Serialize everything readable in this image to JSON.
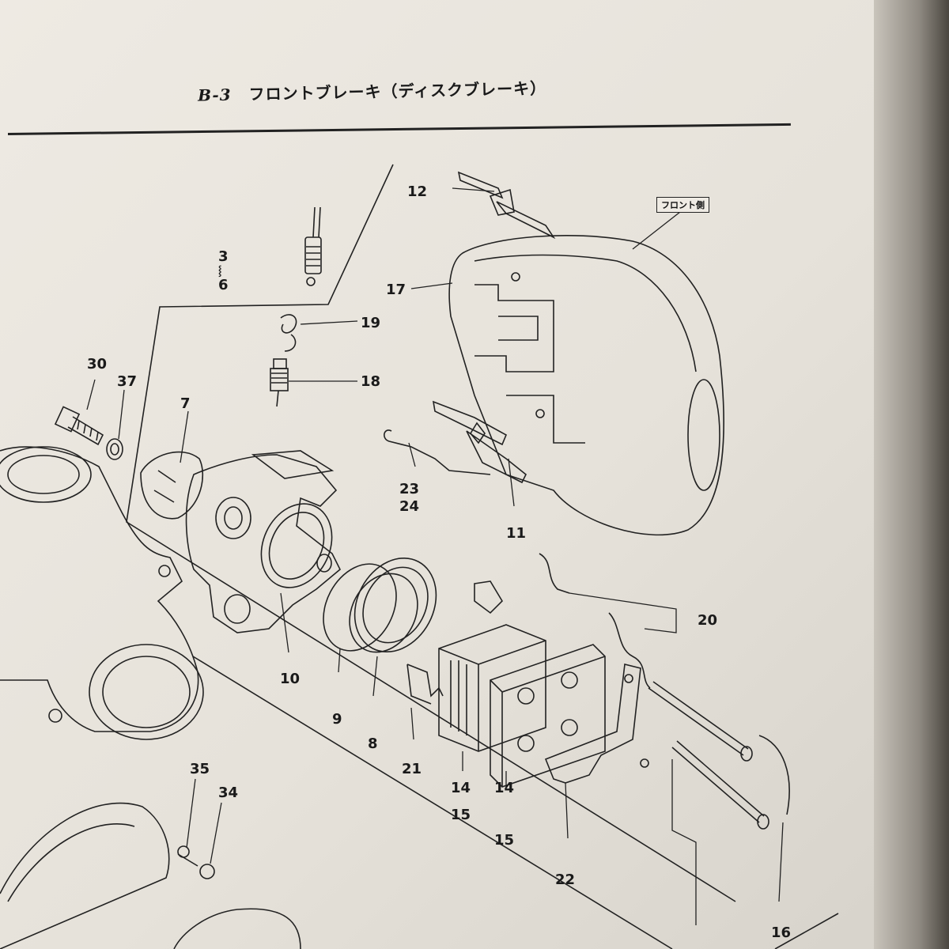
{
  "header": {
    "section_code": "B-3",
    "title": "フロントブレーキ（ディスクブレーキ）"
  },
  "front_side_label": "フロント側",
  "part_labels": {
    "p3_6_top": "3",
    "p3_6_sep": "⸾",
    "p3_6_bottom": "6",
    "p7": "7",
    "p8": "8",
    "p9": "9",
    "p10": "10",
    "p11": "11",
    "p12": "12",
    "p14_15_a_top": "14",
    "p14_15_a_bottom": "15",
    "p14_15_b_top": "14",
    "p14_15_b_bottom": "15",
    "p16": "16",
    "p17": "17",
    "p18": "18",
    "p19": "19",
    "p20": "20",
    "p21": "21",
    "p22": "22",
    "p23_24_top": "23",
    "p23_24_bottom": "24",
    "p30": "30",
    "p34": "34",
    "p35": "35",
    "p37": "37"
  }
}
